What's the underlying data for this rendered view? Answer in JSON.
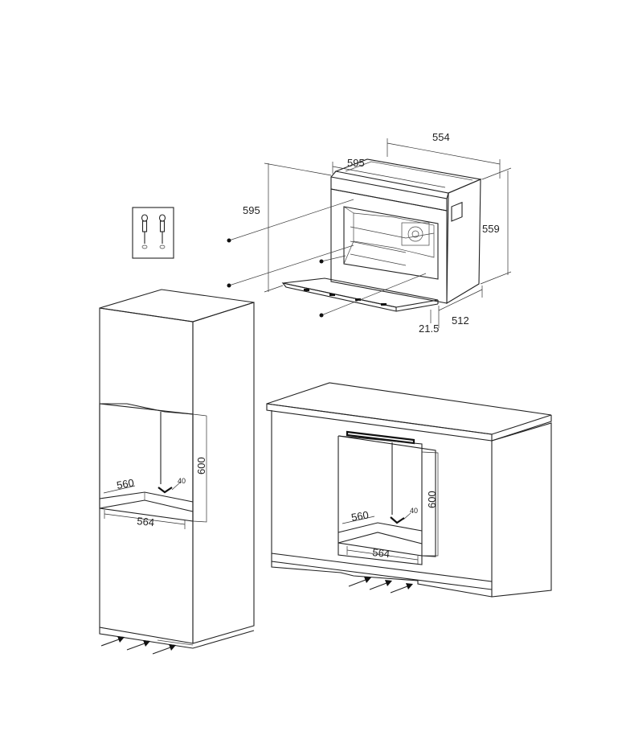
{
  "oven": {
    "depth_label": "554",
    "front_width_label": "595",
    "front_height_label": "595",
    "body_height_label": "559",
    "door_thickness_label": "21.5",
    "body_depth_label": "512"
  },
  "tall_cabinet": {
    "niche_depth_label": "560",
    "niche_width_label": "564",
    "niche_height_label": "600",
    "vent_label": "40"
  },
  "undercounter_cabinet": {
    "niche_depth_label": "560",
    "niche_width_label": "564",
    "niche_height_label": "600",
    "vent_label": "40"
  },
  "colors": {
    "line": "#222222",
    "background": "#ffffff"
  }
}
